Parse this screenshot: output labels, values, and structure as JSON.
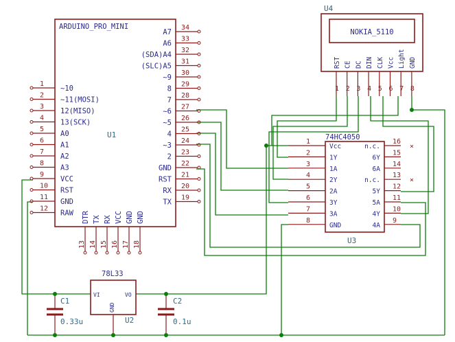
{
  "u1": {
    "title": "ARDUINO_PRO_MINI",
    "ref": "U1",
    "left_pins": [
      {
        "num": "1",
        "label": "~10"
      },
      {
        "num": "2",
        "label": "~11(MOSI)"
      },
      {
        "num": "3",
        "label": "12(MISO)"
      },
      {
        "num": "4",
        "label": "13(SCK)"
      },
      {
        "num": "5",
        "label": "A0"
      },
      {
        "num": "6",
        "label": "A1"
      },
      {
        "num": "7",
        "label": "A2"
      },
      {
        "num": "8",
        "label": "A3"
      },
      {
        "num": "9",
        "label": "VCC"
      },
      {
        "num": "10",
        "label": "RST"
      },
      {
        "num": "11",
        "label": "GND"
      },
      {
        "num": "12",
        "label": "RAW"
      }
    ],
    "right_pins": [
      {
        "num": "34",
        "label": "A7"
      },
      {
        "num": "33",
        "label": "A6"
      },
      {
        "num": "32",
        "label": "(SDA)A4"
      },
      {
        "num": "31",
        "label": "(SLC)A5"
      },
      {
        "num": "30",
        "label": "~9"
      },
      {
        "num": "29",
        "label": "8"
      },
      {
        "num": "28",
        "label": "7"
      },
      {
        "num": "27",
        "label": "~6"
      },
      {
        "num": "26",
        "label": "~5"
      },
      {
        "num": "25",
        "label": "4"
      },
      {
        "num": "24",
        "label": "~3"
      },
      {
        "num": "23",
        "label": "2"
      },
      {
        "num": "22",
        "label": "GND"
      },
      {
        "num": "21",
        "label": "RST"
      },
      {
        "num": "20",
        "label": "RX"
      },
      {
        "num": "19",
        "label": "TX"
      }
    ],
    "bottom_pins": [
      {
        "num": "13",
        "label": "DTR"
      },
      {
        "num": "14",
        "label": "TX"
      },
      {
        "num": "15",
        "label": "RX"
      },
      {
        "num": "16",
        "label": "VCC"
      },
      {
        "num": "17",
        "label": "GND"
      },
      {
        "num": "18",
        "label": "GND"
      }
    ]
  },
  "u4": {
    "ref": "U4",
    "name": "NOKIA_5110",
    "pins": [
      {
        "num": "1",
        "label": "RST"
      },
      {
        "num": "2",
        "label": "CE"
      },
      {
        "num": "3",
        "label": "DC"
      },
      {
        "num": "4",
        "label": "DIN"
      },
      {
        "num": "5",
        "label": "CLK"
      },
      {
        "num": "6",
        "label": "Vcc"
      },
      {
        "num": "7",
        "label": "Light"
      },
      {
        "num": "8",
        "label": "GND"
      }
    ]
  },
  "u3": {
    "title": "74HC4050",
    "ref": "U3",
    "left_pins": [
      {
        "num": "1",
        "label": "Vcc"
      },
      {
        "num": "2",
        "label": "1Y"
      },
      {
        "num": "3",
        "label": "1A"
      },
      {
        "num": "4",
        "label": "2Y"
      },
      {
        "num": "5",
        "label": "2A"
      },
      {
        "num": "6",
        "label": "3Y"
      },
      {
        "num": "7",
        "label": "3A"
      },
      {
        "num": "8",
        "label": "GND"
      }
    ],
    "right_pins": [
      {
        "num": "16",
        "label": "n.c."
      },
      {
        "num": "15",
        "label": "6Y"
      },
      {
        "num": "14",
        "label": "6A"
      },
      {
        "num": "13",
        "label": "n.c."
      },
      {
        "num": "12",
        "label": "5Y"
      },
      {
        "num": "11",
        "label": "5A"
      },
      {
        "num": "10",
        "label": "4Y"
      },
      {
        "num": "9",
        "label": "4A"
      }
    ]
  },
  "u2": {
    "title": "78L33",
    "ref": "U2",
    "vi": "VI",
    "vo": "VO",
    "gnd": "GND"
  },
  "c1": {
    "ref": "C1",
    "value": "0.33u"
  },
  "c2": {
    "ref": "C2",
    "value": "0.1u"
  }
}
